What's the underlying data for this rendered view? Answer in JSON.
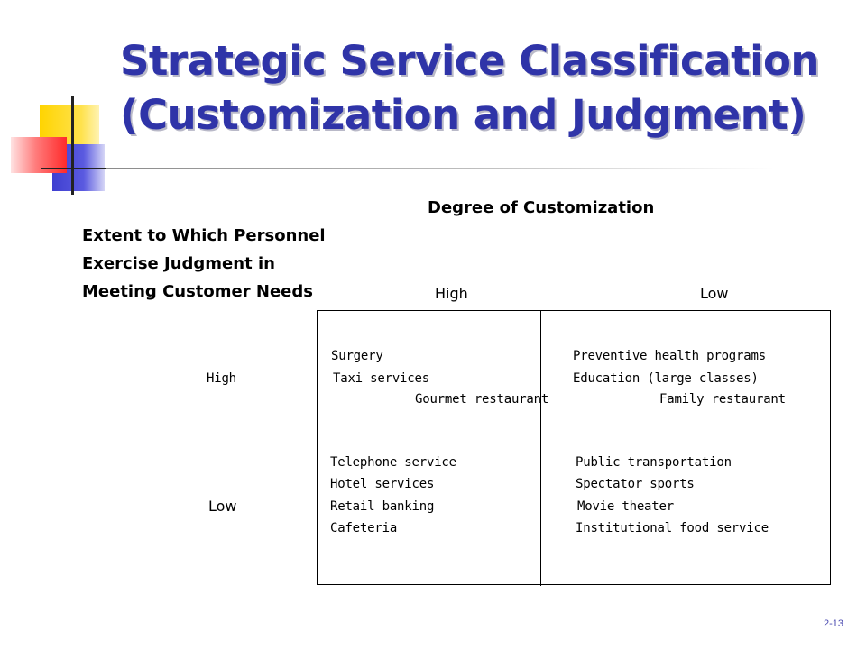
{
  "title": {
    "line1": "Strategic Service Classification",
    "line2": "(Customization and Judgment)"
  },
  "column_axis": {
    "label": "Degree of Customization",
    "high": "High",
    "low": "Low"
  },
  "row_axis": {
    "label_lines": [
      "Extent to Which Personnel",
      "Exercise Judgment in",
      "Meeting Customer Needs"
    ],
    "high": "High",
    "low": "Low"
  },
  "cells": {
    "high_high": [
      "Surgery",
      "Taxi services",
      "Gourmet  restaurant"
    ],
    "high_low": [
      "Preventive health programs",
      "Education (large classes)",
      "Family restaurant"
    ],
    "low_high": [
      "Telephone service",
      "Hotel services",
      "Retail banking",
      "Cafeteria"
    ],
    "low_low": [
      "Public transportation",
      "Spectator sports",
      "Movie theater",
      "Institutional food service"
    ]
  },
  "slide_number": "2-13",
  "colors": {
    "title": "#2f34a8",
    "accent_yellow": "#ffd400",
    "accent_blue": "#3f3fd0",
    "accent_red": "#ff2a2a"
  }
}
